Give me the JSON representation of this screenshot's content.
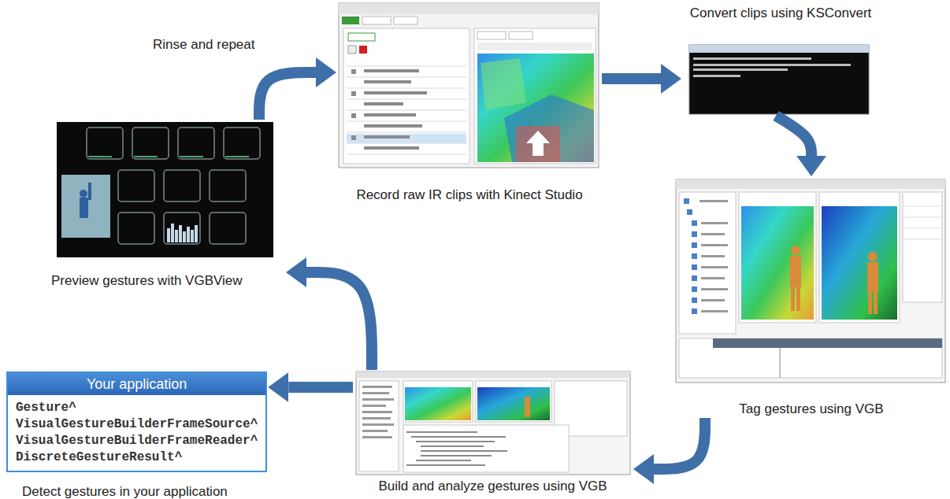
{
  "diagram": {
    "nodes": [
      {
        "text": [
          "Record raw IR clips with Kinect Studio"
        ]
      },
      {
        "text": [
          "Convert clips using KSConvert"
        ]
      },
      {
        "text": [
          "Tag gestures using VGB"
        ]
      },
      {
        "text": [
          "Build and analyze gestures using VGB"
        ]
      },
      {
        "text": [
          "Preview gestures with VGBView"
        ]
      },
      {
        "text": [
          "Your application",
          "Gesture^",
          "VisualGestureBuilderFrameSource^",
          "VisualGestureBuilderFrameReader^",
          "DiscreteGestureResult^",
          "Detect gestures in your application"
        ]
      }
    ],
    "edges": [
      {
        "from": 0,
        "to": 1,
        "arrow": "to"
      },
      {
        "from": 1,
        "to": 2,
        "arrow": "to"
      },
      {
        "from": 2,
        "to": 3,
        "arrow": "to"
      },
      {
        "from": 3,
        "to": 5,
        "arrow": "to"
      },
      {
        "from": 3,
        "to": 4,
        "arrow": "to"
      },
      {
        "from": 4,
        "to": 0,
        "arrow": "to",
        "label": "Rinse and repeat"
      }
    ]
  }
}
